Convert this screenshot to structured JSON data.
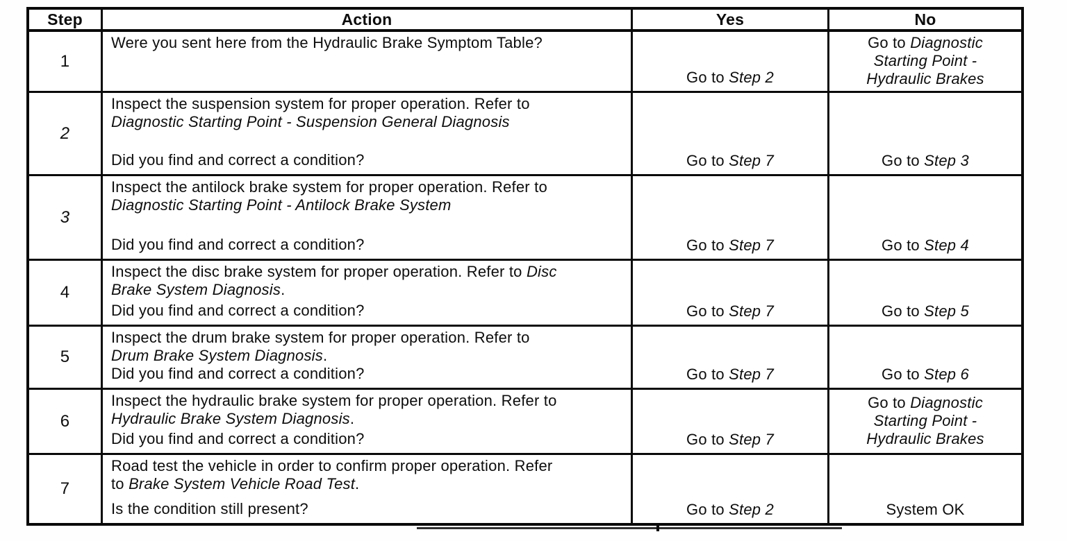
{
  "colors": {
    "ink": "#0a0a0a",
    "paper": "#ffffff"
  },
  "table": {
    "headers": {
      "step": "Step",
      "action": "Action",
      "yes": "Yes",
      "no": "No"
    },
    "rows": [
      {
        "step": "1",
        "action": {
          "text": "Were you sent here from the Hydraulic Brake Symptom Table?",
          "italic": "",
          "tail": "",
          "question": ""
        },
        "yes": {
          "pre": "Go to ",
          "italic": "Step 2"
        },
        "no": {
          "pre": "Go to ",
          "italic": "Diagnostic\nStarting Point -\nHydraulic Brakes"
        }
      },
      {
        "step": "2",
        "action": {
          "text": "Inspect the suspension system for proper operation. Refer to\n",
          "italic": "Diagnostic Starting Point - Suspension General Diagnosis",
          "tail": "",
          "question": "Did you find and correct a condition?"
        },
        "yes": {
          "pre": "Go to ",
          "italic": "Step 7"
        },
        "no": {
          "pre": "Go to ",
          "italic": "Step 3"
        }
      },
      {
        "step": "3",
        "action": {
          "text": "Inspect the antilock brake system for proper operation. Refer to\n",
          "italic": "Diagnostic Starting Point - Antilock Brake System",
          "tail": "",
          "question": "Did you find and correct a condition?"
        },
        "yes": {
          "pre": "Go to ",
          "italic": "Step 7"
        },
        "no": {
          "pre": "Go to ",
          "italic": "Step 4"
        }
      },
      {
        "step": "4",
        "action": {
          "text": "Inspect the disc brake system for proper operation. Refer to ",
          "italic": "Disc\nBrake System Diagnosis",
          "tail": ".",
          "question": "Did you find and correct a condition?"
        },
        "yes": {
          "pre": "Go to ",
          "italic": "Step 7"
        },
        "no": {
          "pre": "Go to ",
          "italic": "Step 5"
        }
      },
      {
        "step": "5",
        "action": {
          "text": "Inspect the drum brake system for proper operation. Refer to\n",
          "italic": "Drum Brake System Diagnosis",
          "tail": ".",
          "question": "Did you find and correct a condition?"
        },
        "yes": {
          "pre": "Go to ",
          "italic": "Step 7"
        },
        "no": {
          "pre": "Go to ",
          "italic": "Step 6"
        }
      },
      {
        "step": "6",
        "action": {
          "text": "Inspect the hydraulic brake system for proper operation. Refer to\n",
          "italic": "Hydraulic Brake System Diagnosis",
          "tail": ".",
          "question": "Did you find and correct a condition?"
        },
        "yes": {
          "pre": "Go to ",
          "italic": "Step 7"
        },
        "no": {
          "pre": "Go to ",
          "italic": "Diagnostic\nStarting Point -\nHydraulic Brakes"
        }
      },
      {
        "step": "7",
        "action": {
          "text": "Road test the vehicle in order to confirm proper operation. Refer\nto ",
          "italic": "Brake System Vehicle Road Test",
          "tail": ".",
          "question": "Is the condition still present?"
        },
        "yes": {
          "pre": "Go to ",
          "italic": "Step 2"
        },
        "no": {
          "pre": "System OK",
          "italic": ""
        }
      }
    ]
  }
}
